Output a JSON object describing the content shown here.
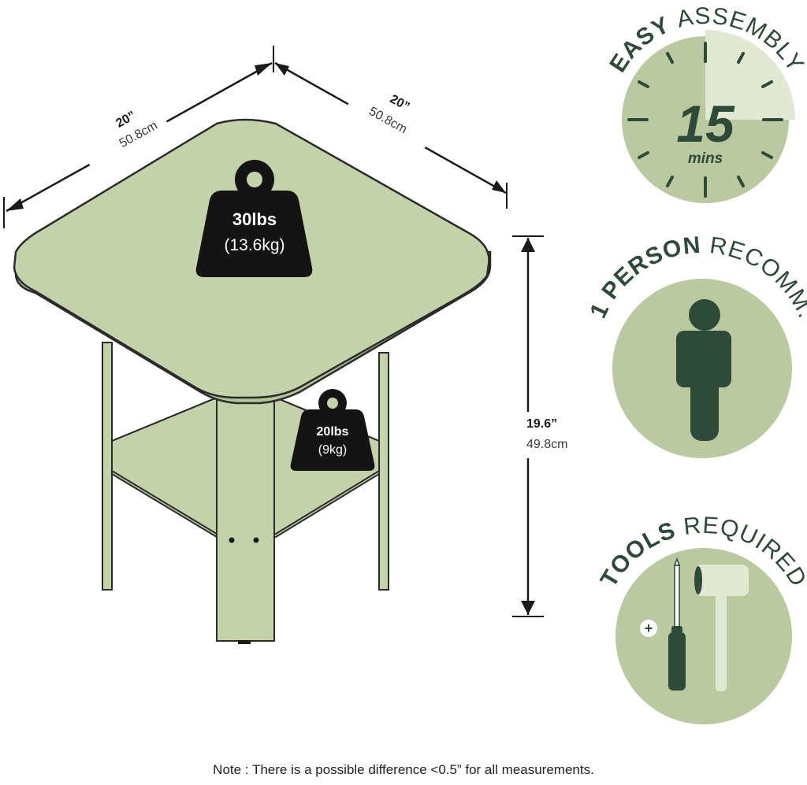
{
  "dimensions": {
    "left_width_in": "20”",
    "left_width_cm": "50.8cm",
    "right_depth_in": "20”",
    "right_depth_cm": "50.8cm",
    "height_in": "19.6”",
    "height_cm": "49.8cm"
  },
  "weights": {
    "top_capacity": "30lbs",
    "top_capacity_metric": "(13.6kg)",
    "shelf_capacity": "20lbs",
    "shelf_capacity_metric": "(9kg)"
  },
  "badges": {
    "assembly": {
      "title_bold": "EASY",
      "title_light": "ASSEMBLY",
      "value": "15",
      "unit": "mins"
    },
    "person": {
      "title_bold": "1 PERSON",
      "title_light": "RECOMM."
    },
    "tools": {
      "title_bold": "TOOLS",
      "title_light": "REQUIRED",
      "plus_symbol": "+"
    }
  },
  "note": "Note : There is a possible difference <0.5” for all measurements.",
  "colors": {
    "table_fill": "#c3d2a8",
    "badge_fill": "#bac9a0",
    "badge_dark": "#2e4a38",
    "badge_pale": "#e2e9d2",
    "weight_black": "#141414"
  }
}
